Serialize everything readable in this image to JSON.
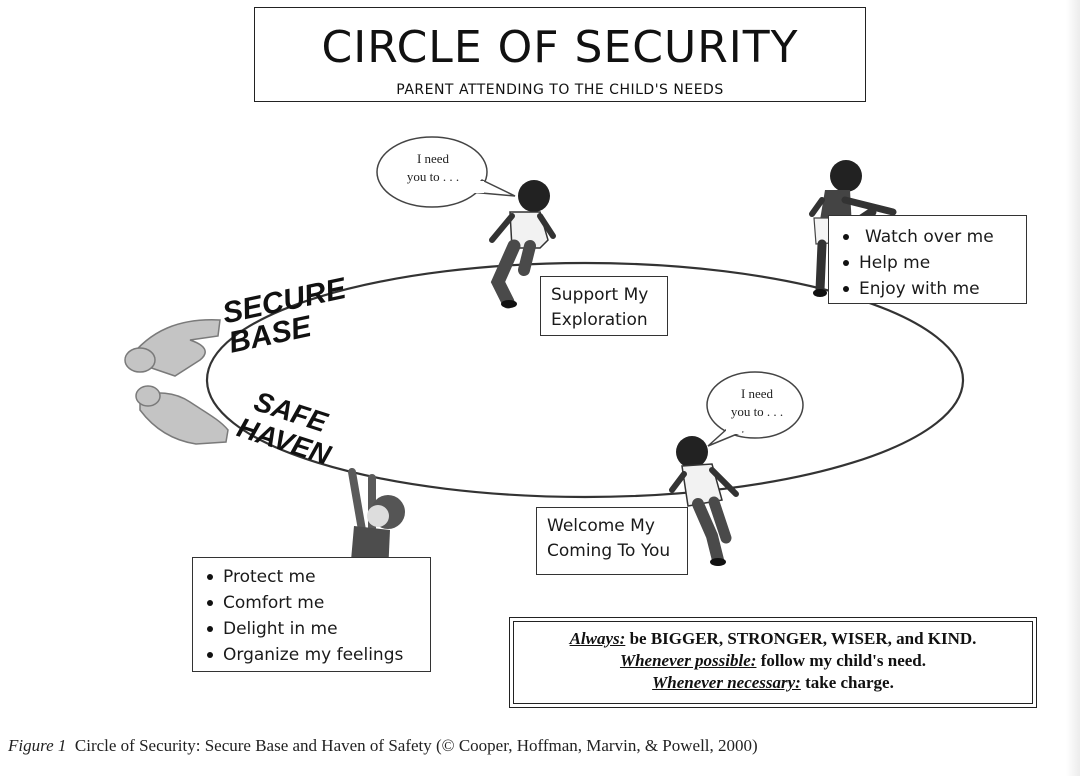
{
  "header": {
    "title": "CIRCLE OF SECURITY",
    "subtitle": "PARENT ATTENDING TO THE CHILD'S NEEDS"
  },
  "arc_labels": {
    "secure_base": [
      "SECURE",
      "BASE"
    ],
    "safe_haven": [
      "SAFE",
      "HAVEN"
    ]
  },
  "bubbles": [
    {
      "lines": [
        "I need",
        "you to . . ."
      ]
    },
    {
      "lines": [
        "I need",
        "you to . . ."
      ]
    }
  ],
  "boxes": {
    "support": [
      "Support My",
      "Exploration"
    ],
    "welcome": [
      "Welcome My",
      "Coming To You"
    ],
    "top_needs": [
      "Watch over me",
      "Help me",
      "Enjoy with me"
    ],
    "bottom_needs": [
      "Protect me",
      "Comfort me",
      "Delight in me",
      "Organize my feelings"
    ]
  },
  "rules": {
    "line1_em": "Always:",
    "line1": " be BIGGER, STRONGER, WISER, and KIND.",
    "line2_em": "Whenever possible:",
    "line2": " follow my child's need.",
    "line3_em": "Whenever necessary:",
    "line3": " take charge."
  },
  "caption": {
    "label": "Figure 1",
    "text": "  Circle of Security: Secure Base and Haven of Safety (© Cooper, Hoffman, Marvin, & Powell, 2000)"
  },
  "colors": {
    "ink": "#111111",
    "figure_dark": "#333333",
    "figure_mid": "#6e6e6e",
    "hand": "#bdbdbd"
  }
}
